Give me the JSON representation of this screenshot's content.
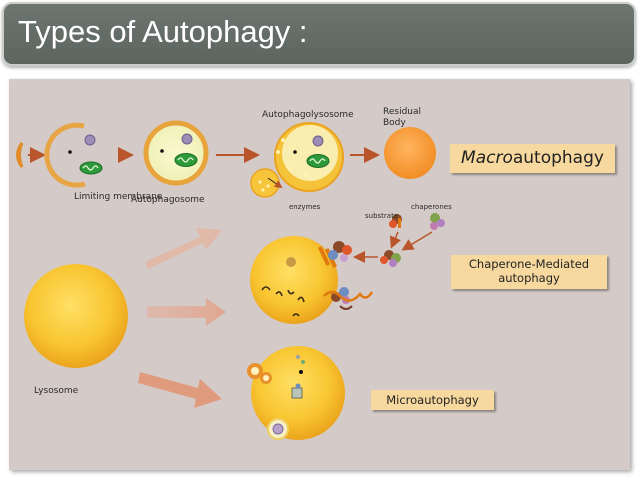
{
  "header": {
    "title": "Types of Autophagy :"
  },
  "diagram": {
    "labels": {
      "limiting_membrane": "Limiting membrane",
      "autophagosome": "Autophagosome",
      "autophagolysosome": "Autophagolysosome",
      "residual_body": "Residual Body",
      "enzymes": "enzymes",
      "substrate": "substrate",
      "chaperones": "chaperones",
      "lysosome": "Lysosome"
    },
    "boxes": {
      "macro_prefix": "Macro",
      "macro_suffix": "autophagy",
      "chaperone_mediated": "Chaperone-Mediated",
      "chaperone_mediated_2": "autophagy",
      "micro": "Microautophagy"
    }
  },
  "colors": {
    "title_bar": "#5f6863",
    "panel": "#d4cbc8",
    "lysosome_fill": "#f6c02f",
    "lysosome_edge": "#e8a21a",
    "box_fill": "#f7d99f",
    "arrow": "#c25a2e"
  }
}
